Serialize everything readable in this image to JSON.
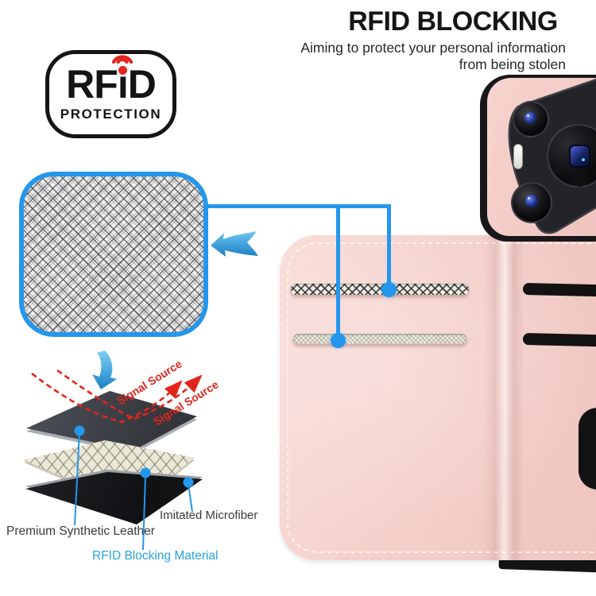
{
  "header": {
    "title": "RFID BLOCKING",
    "subtitle_line1": "Aiming to protect your personal information",
    "subtitle_line2": "from being stolen"
  },
  "badge": {
    "label_full": "RFiD PROTECTION",
    "brand_left": "RF",
    "brand_i": "ı",
    "brand_right": "D",
    "caption": "PROTECTION"
  },
  "diagram": {
    "signal_source_1": "Signal Source",
    "signal_source_2": "Signal Source",
    "labels": {
      "premium": "Premium Synthetic Leather",
      "rfid": "RFID Blocking Material",
      "microfiber": "Imitated Microfiber"
    }
  },
  "palette": {
    "accent_blue": "#2497ec",
    "signal_red": "#e2251c",
    "material_label_blue": "#29a5dd",
    "case_pink": "#f4cfca"
  }
}
